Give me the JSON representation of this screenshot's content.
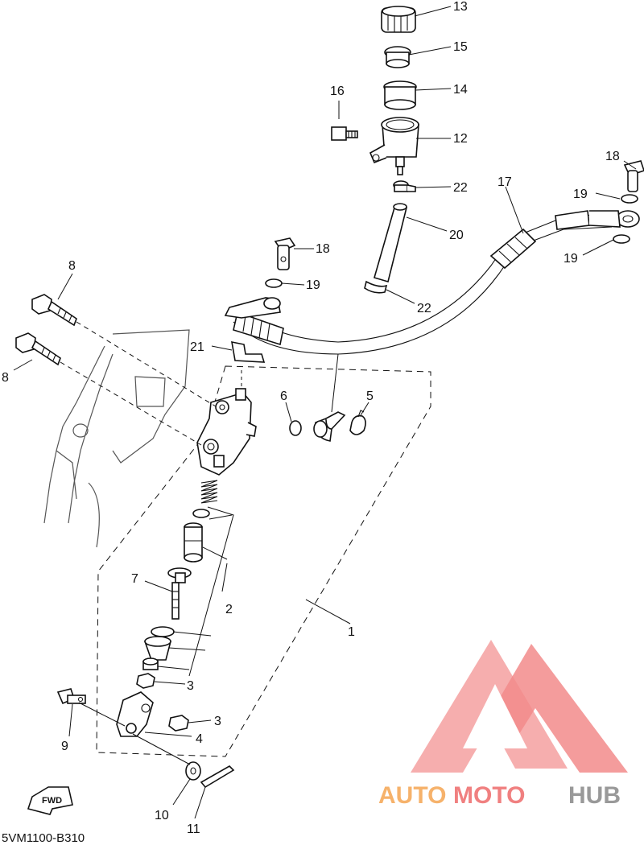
{
  "diagram": {
    "code": "5VM1100-B310",
    "fwd_label": "FWD",
    "callouts": {
      "c13": "13",
      "c15": "15",
      "c14": "14",
      "c16": "16",
      "c12": "12",
      "c22a": "22",
      "c18a": "18",
      "c19a": "19",
      "c17": "17",
      "c20": "20",
      "c19b": "19",
      "c18b": "18",
      "c19c": "19",
      "c22b": "22",
      "c8a": "8",
      "c8b": "8",
      "c21": "21",
      "c6": "6",
      "c5": "5",
      "c7": "7",
      "c2": "2",
      "c1": "1",
      "c3a": "3",
      "c3b": "3",
      "c4": "4",
      "c9": "9",
      "c10": "10",
      "c11": "11"
    }
  },
  "watermark": {
    "brand_part1": "AUTO",
    "brand_part2": "MOTO",
    "brand_part3": "HUB",
    "color_orange": "#f6b26b",
    "color_red": "#f08080",
    "color_gray": "#999999"
  }
}
